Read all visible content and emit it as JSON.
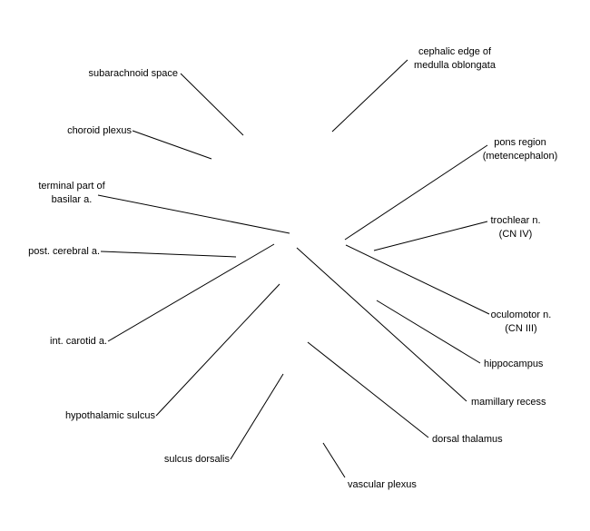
{
  "labels": {
    "subarachnoid_space": "subarachnoid space",
    "choroid_plexus": "choroid plexus",
    "terminal_part_of_basilar_a": "terminal part of\nbasilar a.",
    "post_cerebral_a": "post. cerebral a.",
    "int_carotid_a": "int. carotid a.",
    "hypothalamic_sulcus": "hypothalamic sulcus",
    "sulcus_dorsalis": "sulcus dorsalis",
    "vascular_plexus": "vascular plexus",
    "dorsal_thalamus": "dorsal thalamus",
    "mamillary_recess": "mamillary recess",
    "hippocampus": "hippocampus",
    "oculomotor_n": "oculomotor n.\n(CN III)",
    "trochlear_n": "trochlear n.\n(CN IV)",
    "pons_region": "pons region\n(metencephalon)",
    "cephalic_edge_of_medulla": "cephalic edge of\nmedulla oblongata"
  },
  "line_color": "#000000"
}
